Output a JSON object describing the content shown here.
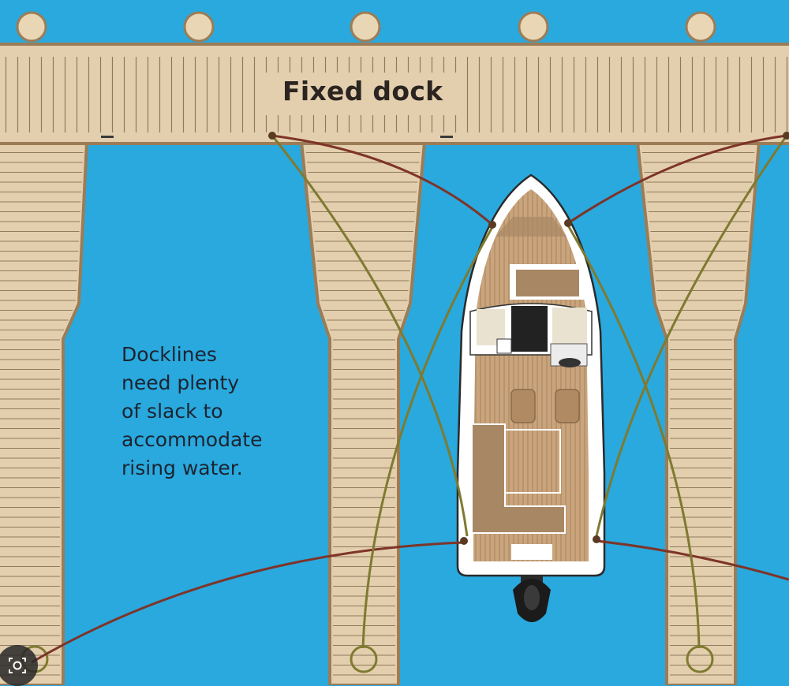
{
  "title": "Fixed dock",
  "caption": {
    "lines": [
      "Docklines",
      "need plenty",
      "of slack to",
      "accommodate",
      "rising water."
    ]
  },
  "colors": {
    "water": "#29a9de",
    "dock_wood": "#e3cfae",
    "dock_edge": "#9c7c56",
    "plank_line": "#8f7a5c",
    "boat_hull": "#ffffff",
    "boat_deck": "#c9a47c",
    "line_red": "#7e3428",
    "line_olive": "#7f7a30",
    "outboard": "#1b1b1b"
  },
  "icons": {
    "lens": "camera-search-icon"
  }
}
